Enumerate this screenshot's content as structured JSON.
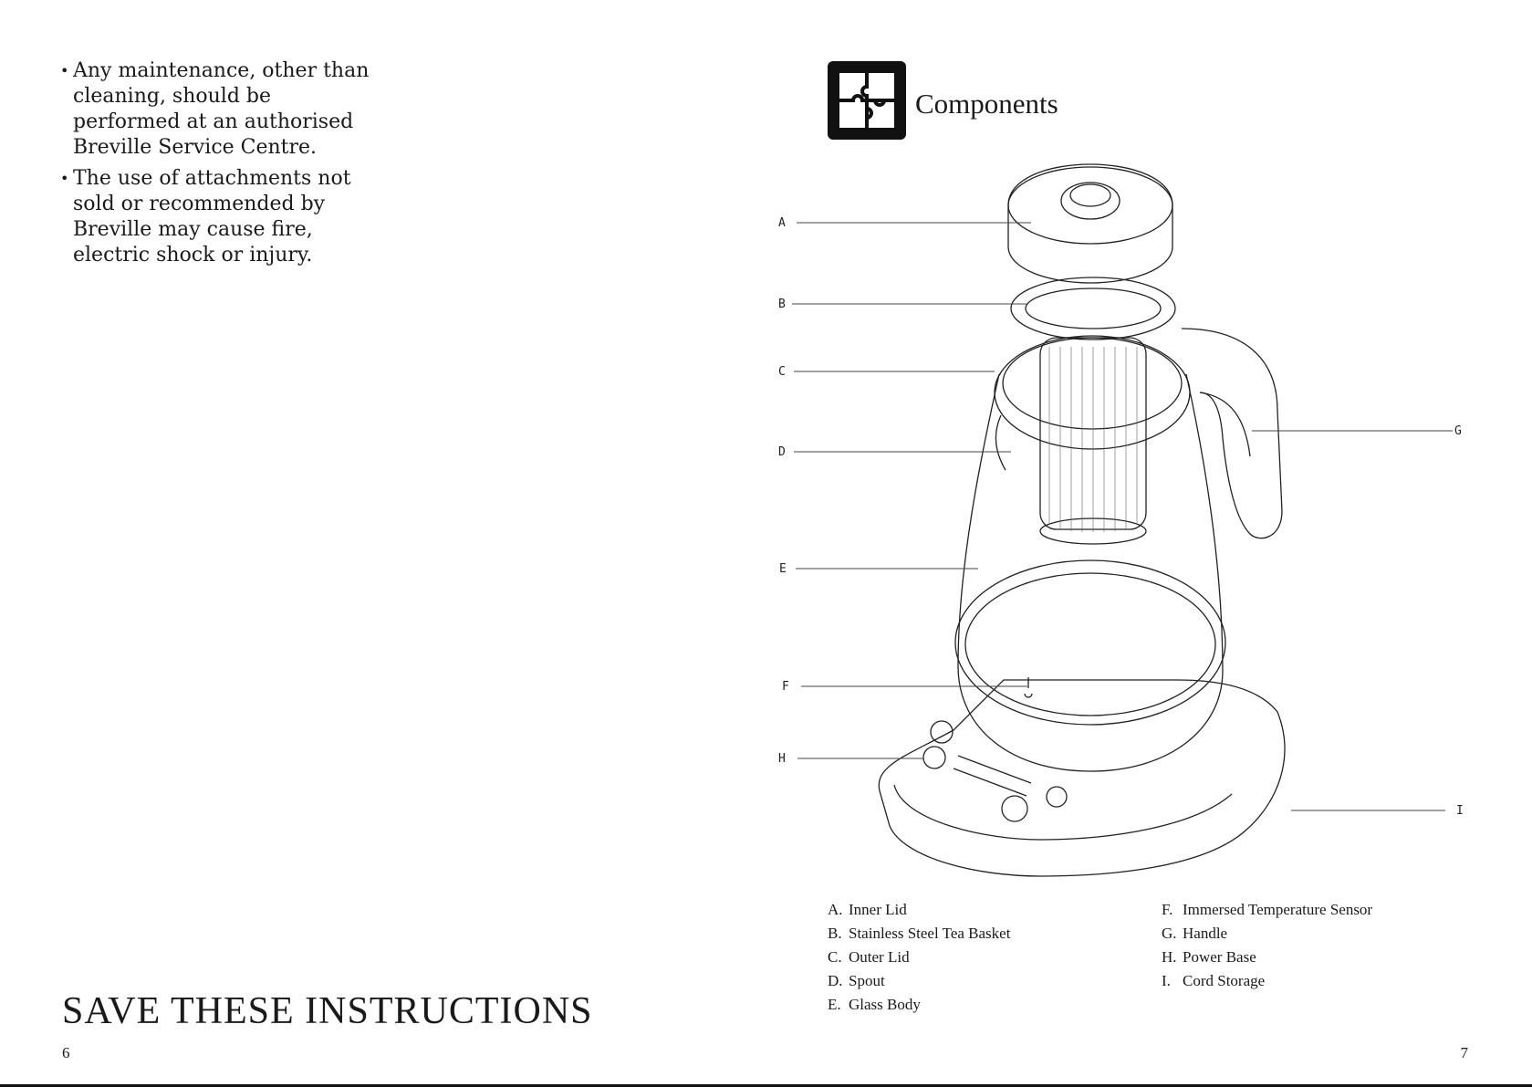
{
  "left_page": {
    "bullets": [
      {
        "text": "Any maintenance, other than cleaning, should be performed at an authorised Breville Service Centre."
      },
      {
        "text": "The use of attachments not sold or recommended by Breville may cause fire, electric shock or injury."
      }
    ],
    "footer_title": "SAVE THESE INSTRUCTIONS",
    "page_number": "6"
  },
  "right_page": {
    "section_icon": "puzzle-icon",
    "section_title": "Components",
    "callouts": [
      "A",
      "B",
      "C",
      "D",
      "E",
      "F",
      "H",
      "G",
      "I"
    ],
    "legend_col1": [
      {
        "letter": "A.",
        "label": "Inner Lid"
      },
      {
        "letter": "B.",
        "label": "Stainless Steel Tea Basket"
      },
      {
        "letter": "C.",
        "label": "Outer Lid"
      },
      {
        "letter": "D.",
        "label": "Spout"
      },
      {
        "letter": "E.",
        "label": "Glass Body"
      }
    ],
    "legend_col2": [
      {
        "letter": "F.",
        "label": "Immersed Temperature Sensor"
      },
      {
        "letter": "G.",
        "label": "Handle"
      },
      {
        "letter": "H.",
        "label": "Power Base"
      },
      {
        "letter": "I.",
        "label": "Cord Storage"
      }
    ],
    "page_number": "7"
  }
}
